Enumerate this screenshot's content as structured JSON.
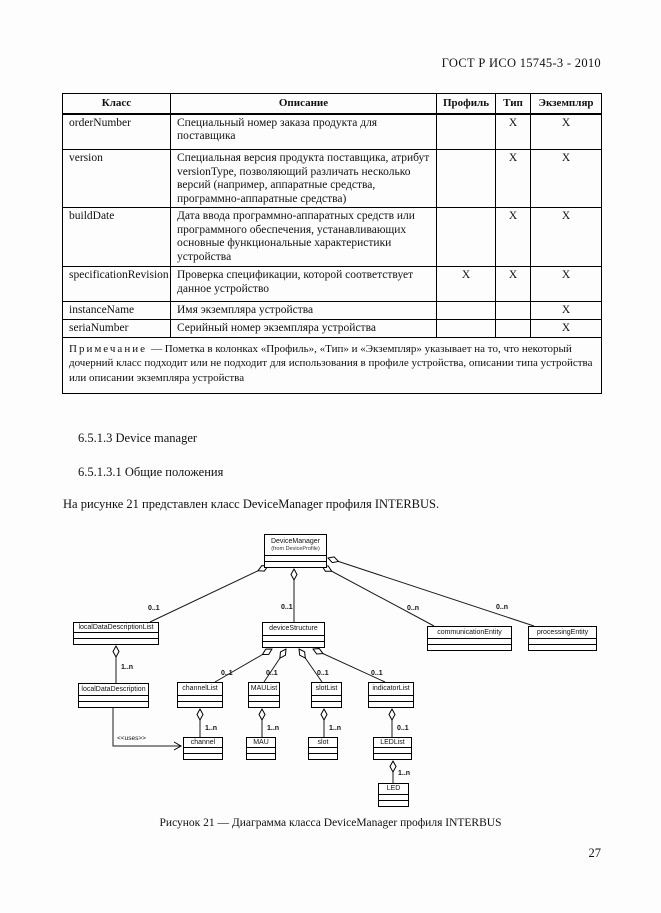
{
  "page": {
    "running_header": "ГОСТ Р ИСО 15745-3 - 2010",
    "page_number": "27"
  },
  "table": {
    "headers": [
      "Класс",
      "Описание",
      "Профиль",
      "Тип",
      "Экземпляр"
    ],
    "rows": [
      {
        "class": "orderNumber",
        "description": "Специальный номер заказа продукта для поставщика",
        "profile": "",
        "type": "X",
        "instance": "X"
      },
      {
        "class": "version",
        "description": "Специальная версия продукта поставщика, атрибут versionType, позволяющий различать несколько версий (например, аппаратные средства, программно-аппаратные средства)",
        "profile": "",
        "type": "X",
        "instance": "X"
      },
      {
        "class": "buildDate",
        "description": "Дата ввода программно-аппаратных средств или программного обеспечения, устанавливающих основные функциональные характеристики устройства",
        "profile": "",
        "type": "X",
        "instance": "X"
      },
      {
        "class": "specificationRevision",
        "description": "Проверка спецификации, которой соответствует данное устройство",
        "profile": "X",
        "type": "X",
        "instance": "X"
      },
      {
        "class": "instanceName",
        "description": "Имя экземпляра устройства",
        "profile": "",
        "type": "",
        "instance": "X"
      },
      {
        "class": "seriaNumber",
        "description": "Серийный номер экземпляра устройства",
        "profile": "",
        "type": "",
        "instance": "X"
      }
    ],
    "note_label": "Примечание",
    "note_text": "— Пометка в колонках «Профиль», «Тип» и «Экземпляр» указывает на то, что некоторый дочерний класс подходит или не подходит для использования в профиле устройства, описании типа устройства или описании экземпляра устройства"
  },
  "sections": {
    "heading1": "6.5.1.3 Device manager",
    "heading2": "6.5.1.3.1 Общие положения",
    "paragraph": "На рисунке 21 представлен класс DeviceManager профиля INTERBUS."
  },
  "diagram": {
    "nodes": {
      "deviceManager": {
        "label": "DeviceManager",
        "note": "(from DeviceProfile)"
      },
      "localDataDescriptionList": {
        "label": "localDataDescriptionList"
      },
      "deviceStructure": {
        "label": "deviceStructure"
      },
      "communicationEntity": {
        "label": "communicationEntity"
      },
      "processingEntity": {
        "label": "processingEntity"
      },
      "localDataDescription": {
        "label": "localDataDescription"
      },
      "channelList": {
        "label": "channelList"
      },
      "mauList": {
        "label": "MAUList"
      },
      "slotList": {
        "label": "slotList"
      },
      "indicatorList": {
        "label": "indicatorList"
      },
      "channel": {
        "label": "channel"
      },
      "mau": {
        "label": "MAU"
      },
      "slot": {
        "label": "slot"
      },
      "ledList": {
        "label": "LEDList"
      },
      "led": {
        "label": "LED"
      }
    },
    "mult": {
      "dm_lddl": "0..1",
      "dm_ds": "0..1",
      "dm_ce": "0..n",
      "dm_pe": "0..n",
      "lddl_ldd": "1..n",
      "ds_chl": "0..1",
      "ds_maul": "0..1",
      "ds_sl": "0..1",
      "ds_il": "0..1",
      "chl_ch": "1..n",
      "maul_mau": "1..n",
      "sl_slot": "1..n",
      "il_ledl": "0..1",
      "ledl_led": "1..n"
    },
    "uses_label": "<<uses>>"
  },
  "caption": "Рисунок 21 — Диаграмма класса DeviceManager профиля INTERBUS"
}
